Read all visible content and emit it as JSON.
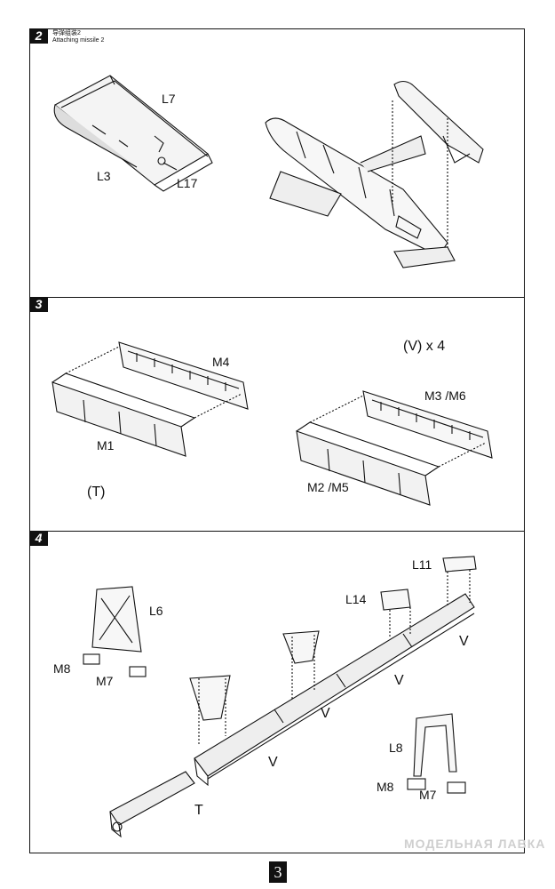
{
  "step2": {
    "number": "2",
    "title_cn": "导弹组装2",
    "title_en": "Attaching missile 2",
    "parts": {
      "l7": "L7",
      "l3": "L3",
      "l17": "L17"
    }
  },
  "step3": {
    "number": "3",
    "quantity_note": "(V) x 4",
    "parts": {
      "m4": "M4",
      "m1": "M1",
      "t": "(T)",
      "m3m6": "M3 /M6",
      "m2m5": "M2 /M5"
    }
  },
  "step4": {
    "number": "4",
    "parts": {
      "l11": "L11",
      "l14": "L14",
      "l6": "L6",
      "m8a": "M8",
      "m7a": "M7",
      "v1": "V",
      "v2": "V",
      "v3": "V",
      "v4": "V",
      "l8": "L8",
      "m8b": "M8",
      "m7b": "M7",
      "t": "T"
    }
  },
  "page_number": "3",
  "watermark": "МОДЕЛЬНАЯ ЛАВКА"
}
